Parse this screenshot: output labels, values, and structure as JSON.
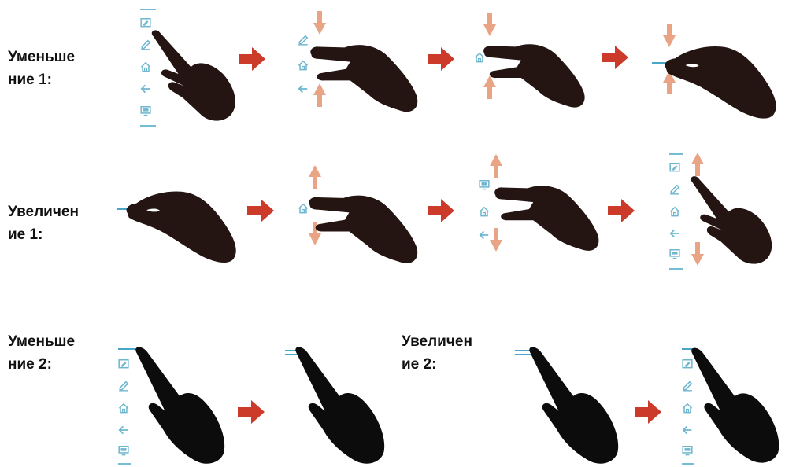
{
  "labels": {
    "shrink1": "Уменьше\nние 1:",
    "enlarge1": "Увеличен\nие 1:",
    "shrink2": "Уменьше\nние 2:",
    "enlarge2": "Увеличен\nие 2:"
  },
  "colors": {
    "hand_brown": "#241412",
    "hand_black": "#0c0c0c",
    "direction_arrow": "#cc3a2a",
    "pinch_arrow": "#e8a484",
    "toolbar_icon": "#6fb6cf",
    "toolbar_line": "#4aa6c9"
  },
  "icons": [
    "edit-icon",
    "pen-icon",
    "home-icon",
    "back-icon",
    "display-icon"
  ]
}
